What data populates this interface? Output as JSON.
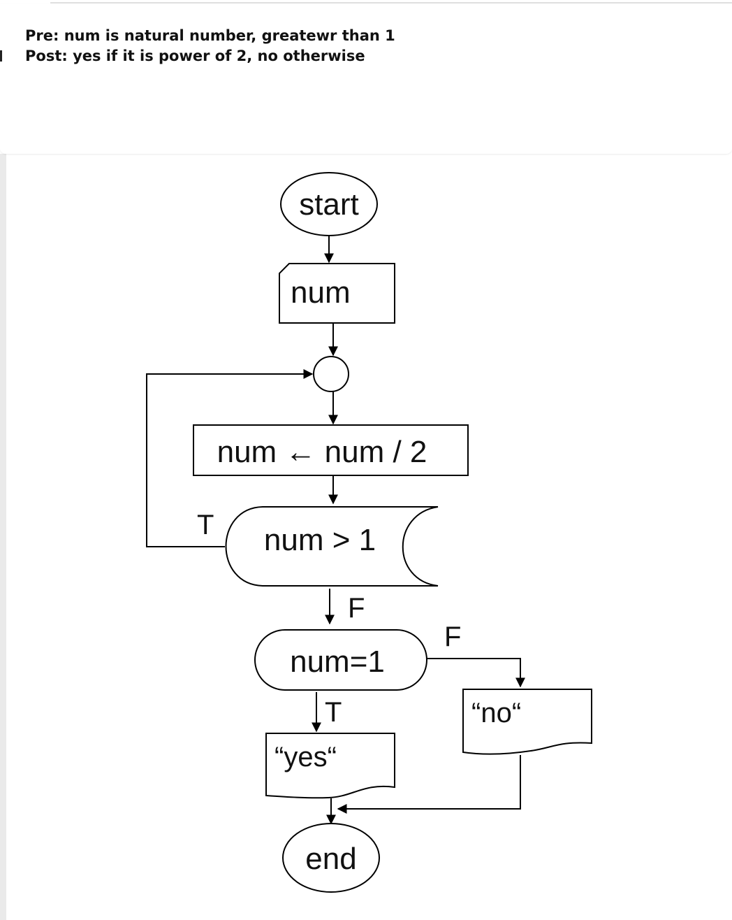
{
  "spec": {
    "pre": "Pre: num is natural number, greatewr than 1",
    "post": "Post: yes if it is power of 2, no otherwise"
  },
  "flowchart": {
    "start": "start",
    "input": "num",
    "assign": "num ← num / 2",
    "loop_condition": "num > 1",
    "loop_true_label": "T",
    "loop_false_label": "F",
    "check_condition": "num=1",
    "check_true_label": "T",
    "check_false_label": "F",
    "output_yes": "“yes“",
    "output_no": "“no“",
    "end": "end"
  }
}
